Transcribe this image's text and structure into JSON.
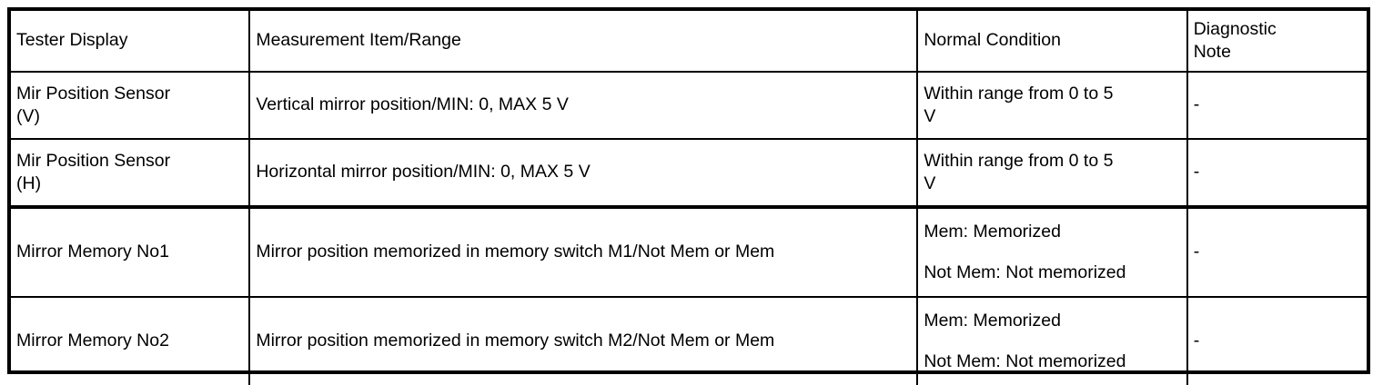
{
  "table": {
    "columns": [
      {
        "key": "tester_display",
        "label": "Tester Display"
      },
      {
        "key": "measurement_item_range",
        "label": "Measurement Item/Range"
      },
      {
        "key": "normal_condition",
        "label": "Normal Condition"
      },
      {
        "key": "diagnostic_note",
        "label_line1": "Diagnostic",
        "label_line2": "Note"
      }
    ],
    "rows": [
      {
        "tester_display_line1": "Mir Position Sensor",
        "tester_display_line2": "(V)",
        "measurement_item_range": "Vertical mirror position/MIN: 0, MAX 5 V",
        "normal_condition_line1": "Within range from 0 to 5",
        "normal_condition_line2": "V",
        "diagnostic_note": "-"
      },
      {
        "tester_display_line1": "Mir Position Sensor",
        "tester_display_line2": "(H)",
        "measurement_item_range": "Horizontal mirror position/MIN: 0, MAX 5 V",
        "normal_condition_line1": "Within range from 0 to 5",
        "normal_condition_line2": "V",
        "diagnostic_note": "-"
      },
      {
        "tester_display_line1": "Mirror Memory No1",
        "tester_display_line2": "",
        "measurement_item_range": "Mirror position memorized in memory switch M1/Not Mem or Mem",
        "normal_condition_line1": "Mem: Memorized",
        "normal_condition_line2": "Not Mem: Not memorized",
        "diagnostic_note": "-"
      },
      {
        "tester_display_line1": "Mirror Memory No2",
        "tester_display_line2": "",
        "measurement_item_range": "Mirror position memorized in memory switch M2/Not Mem or Mem",
        "normal_condition_line1": "Mem: Memorized",
        "normal_condition_line2": "Not Mem: Not memorized",
        "diagnostic_note": "-"
      }
    ]
  },
  "colors": {
    "border": "#000000",
    "text": "#000000",
    "background": "#ffffff"
  }
}
